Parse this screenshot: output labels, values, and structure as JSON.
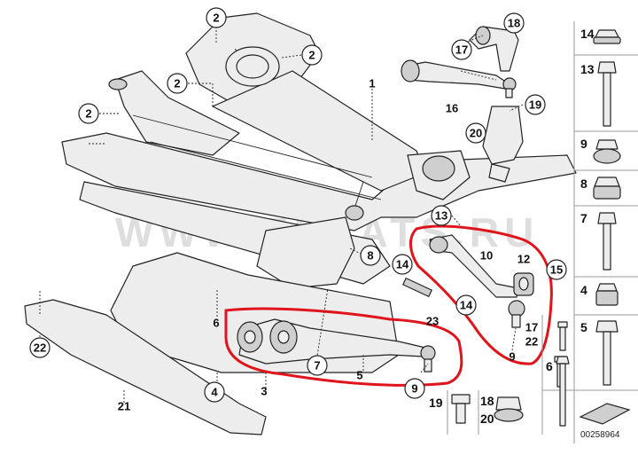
{
  "watermark": "WWW.ELCATS.RU",
  "document_id": "00258964",
  "callouts": {
    "c1": "1",
    "c2a": "2",
    "c2b": "2",
    "c2c": "2",
    "c2d": "2",
    "c3": "3",
    "c4": "4",
    "c5": "5",
    "c6": "6",
    "c7": "7",
    "c8": "8",
    "c9a": "9",
    "c9b": "9",
    "c10": "10",
    "c12": "12",
    "c13": "13",
    "c14a": "14",
    "c14b": "14",
    "c15": "15",
    "c16": "16",
    "c17a": "17",
    "c17b": "17",
    "c18": "18",
    "c19": "19",
    "c20": "20",
    "c21": "21",
    "c22": "22",
    "c22b": "22",
    "c23": "23"
  },
  "legend": [
    "14",
    "13",
    "9",
    "8",
    "7",
    "4",
    "5",
    "17",
    "22",
    "19",
    "18",
    "20",
    "6"
  ]
}
